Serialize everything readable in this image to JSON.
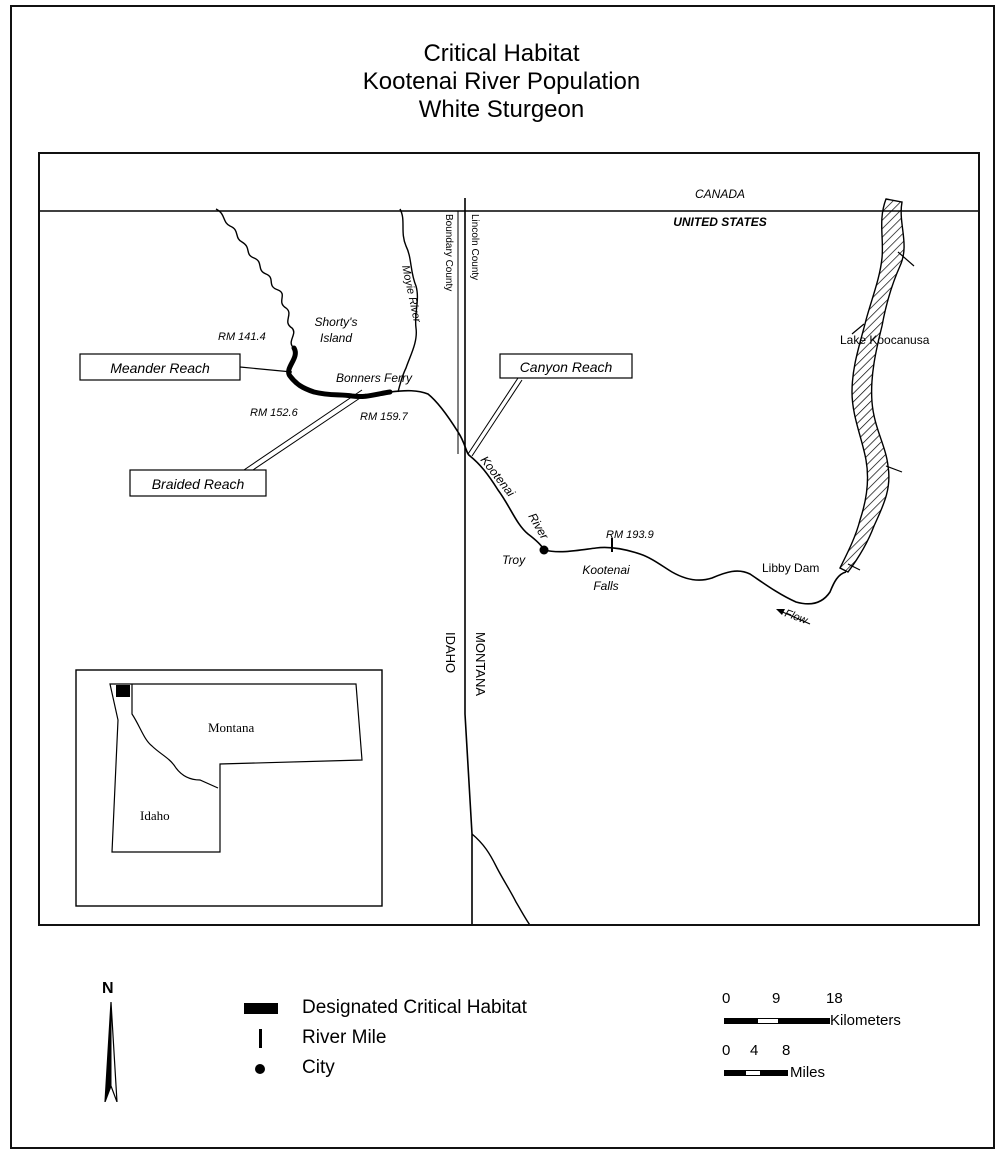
{
  "title": {
    "line1": "Critical Habitat",
    "line2": "Kootenai River Population",
    "line3": "White Sturgeon"
  },
  "map": {
    "labels": {
      "canada": "CANADA",
      "united_states": "UNITED STATES",
      "lake_koocanusa": "Lake Koocanusa",
      "shortys_island_1": "Shorty's",
      "shortys_island_2": "Island",
      "rm_141": "RM 141.4",
      "rm_152": "RM 152.6",
      "rm_159": "RM 159.7",
      "rm_193": "RM 193.9",
      "bonners_ferry": "Bonners Ferry",
      "moyie_river": "Moyie River",
      "boundary_county": "Boundary County",
      "lincoln_county": "Lincoln County",
      "kootenai": "Kootenai",
      "river": "River",
      "troy": "Troy",
      "kootenai_falls_1": "Kootenai",
      "kootenai_falls_2": "Falls",
      "libby_dam": "Libby Dam",
      "flow": "Flow",
      "idaho": "IDAHO",
      "montana": "MONTANA"
    },
    "callouts": {
      "meander_reach": "Meander Reach",
      "braided_reach": "Braided Reach",
      "canyon_reach": "Canyon Reach"
    },
    "inset": {
      "montana": "Montana",
      "idaho": "Idaho"
    },
    "colors": {
      "ink": "#000000",
      "paper": "#ffffff"
    }
  },
  "north_arrow": {
    "label": "N"
  },
  "legend": {
    "critical_habitat": "Designated Critical Habitat",
    "river_mile": "River Mile",
    "city": "City"
  },
  "scale_km": {
    "t0": "0",
    "t1": "9",
    "t2": "18",
    "unit": "Kilometers"
  },
  "scale_mi": {
    "t0": "0",
    "t1": "4",
    "t2": "8",
    "unit": "Miles"
  }
}
